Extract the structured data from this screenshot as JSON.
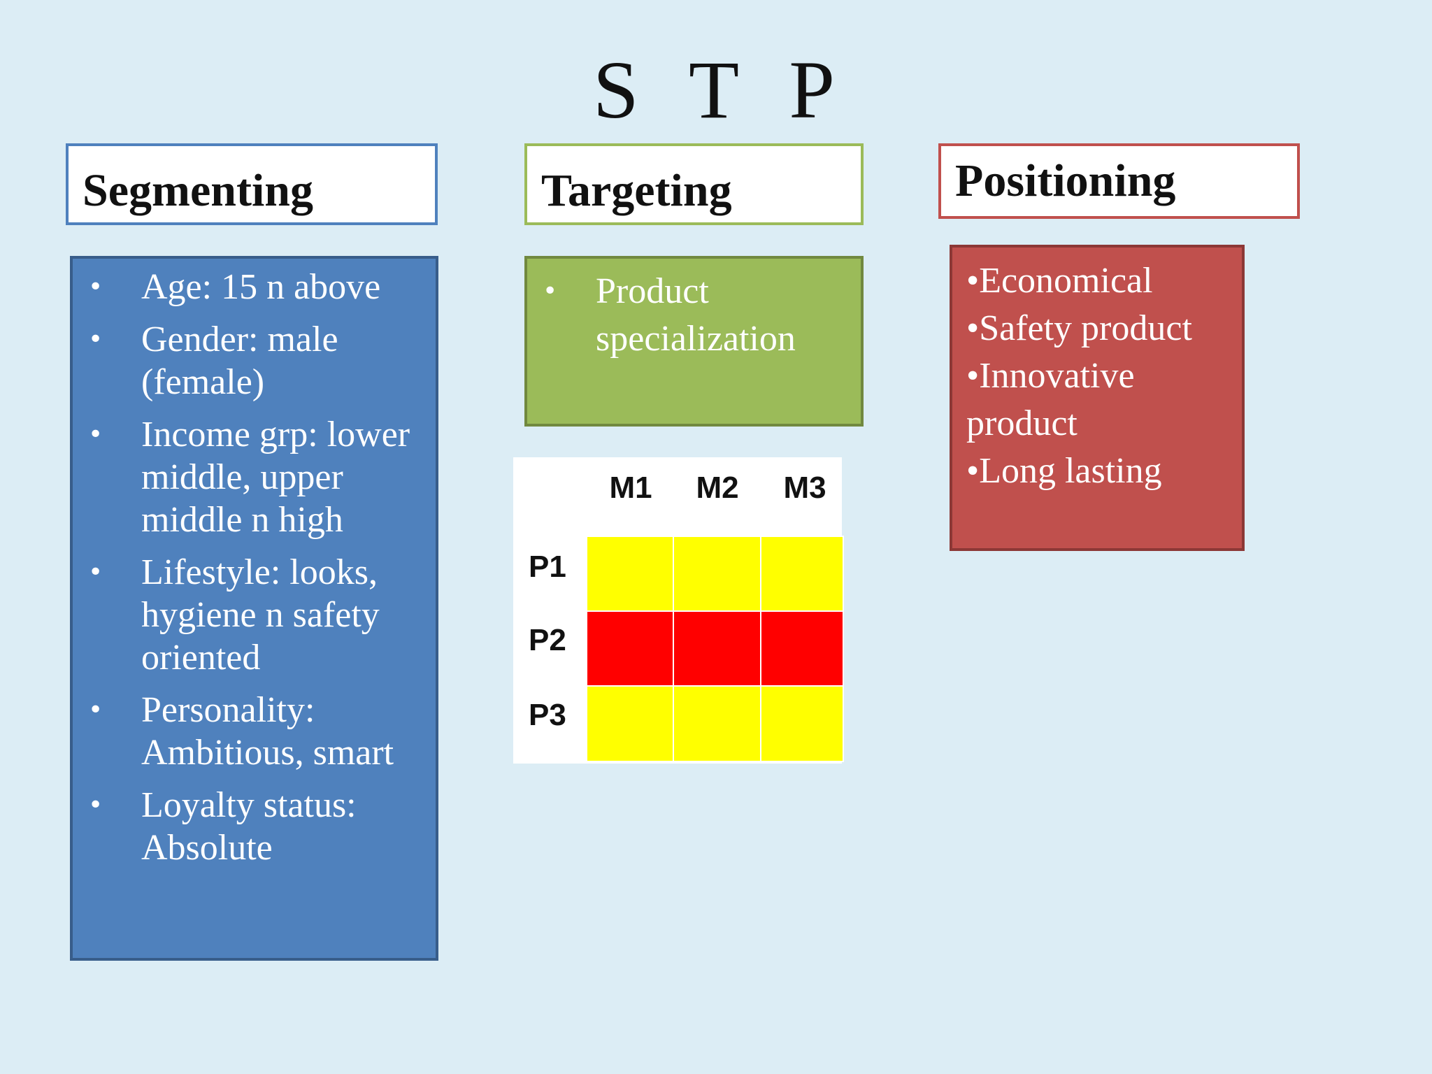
{
  "title": "S T P",
  "segmenting": {
    "heading": "Segmenting",
    "items": [
      "Age: 15 n above",
      "Gender: male (female)",
      "Income grp: lower middle, upper middle n high",
      "Lifestyle: looks, hygiene n safety oriented",
      "Personality: Ambitious, smart",
      "Loyalty status: Absolute"
    ]
  },
  "targeting": {
    "heading": "Targeting",
    "items": [
      "Product specialization"
    ]
  },
  "positioning": {
    "heading": "Positioning",
    "items": [
      "•Economical",
      "•Safety product",
      "•Innovative product",
      "•Long lasting"
    ]
  },
  "matrix": {
    "columns": [
      "M1",
      "M2",
      "M3"
    ],
    "rows": [
      "P1",
      "P2",
      "P3"
    ],
    "row_colors": [
      "#ffff00",
      "#ff0000",
      "#ffff00"
    ]
  },
  "colors": {
    "segmenting": "#4f81bd",
    "targeting": "#9bbb59",
    "positioning": "#c0504d",
    "background": "#dcedf5"
  }
}
